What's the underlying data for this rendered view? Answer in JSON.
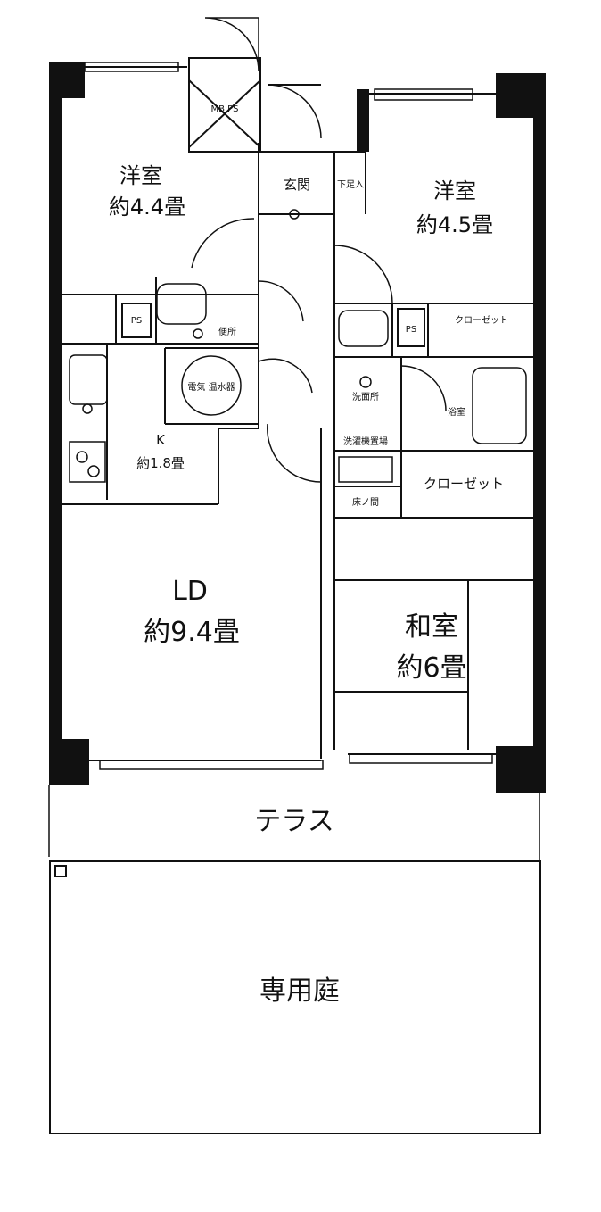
{
  "rooms": {
    "western_nw": {
      "name": "洋室",
      "size": "約4.4畳"
    },
    "western_ne": {
      "name": "洋室",
      "size": "約4.5畳"
    },
    "entrance": "玄関",
    "shoe_box": "下足入",
    "mb_ps": "MB PS",
    "ps_left": "PS",
    "toilet": "便所",
    "water_heater": "電気 温水器",
    "kitchen": {
      "name": "K",
      "size": "約1.8畳"
    },
    "ld": {
      "name": "LD",
      "size": "約9.4畳"
    },
    "washroom": "洗面所",
    "ps_right": "PS",
    "closet_top": "クローゼット",
    "bath": "浴室",
    "washer_space": "洗濯機置場",
    "closet_mid": "クローゼット",
    "storage": "床ノ間",
    "japanese": {
      "name": "和室",
      "size": "約6畳"
    },
    "terrace": "テラス",
    "private_garden": "専用庭"
  }
}
